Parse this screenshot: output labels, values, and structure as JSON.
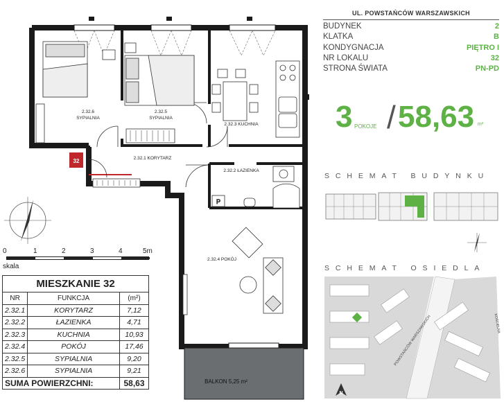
{
  "rooms": {
    "sypialnia_6": {
      "nr": "2.32.6",
      "name": "SYPIALNIA"
    },
    "sypialnia_5": {
      "nr": "2.32.5",
      "name": "SYPIALNIA"
    },
    "kuchnia": "2.32.3 KUCHNIA",
    "korytarz": "2.32.1 KORYTARZ",
    "lazienka": "2.32.2 ŁAZIENKA",
    "pokoj": "2.32.4 POKÓJ",
    "balkon": "BALKON 5,25 m²",
    "unit_badge": "32"
  },
  "scale": {
    "ticks": [
      "0",
      "1",
      "2",
      "3",
      "4",
      "5m"
    ],
    "label": "skala"
  },
  "table": {
    "title": "MIESZKANIE 32",
    "headers": [
      "NR",
      "FUNKCJA",
      "(m²)"
    ],
    "rows": [
      {
        "nr": "2.32.1",
        "function": "KORYTARZ",
        "area": "7,12"
      },
      {
        "nr": "2.32.2",
        "function": "ŁAZIENKA",
        "area": "4,71"
      },
      {
        "nr": "2.32.3",
        "function": "KUCHNIA",
        "area": "10,93"
      },
      {
        "nr": "2.32.4",
        "function": "POKÓJ",
        "area": "17,46"
      },
      {
        "nr": "2.32.5",
        "function": "SYPIALNIA",
        "area": "9,20"
      },
      {
        "nr": "2.32.6",
        "function": "SYPIALNIA",
        "area": "9,21"
      }
    ],
    "sum_label": "SUMA POWIERZCHNI:",
    "sum_value": "58,63"
  },
  "info": {
    "street": "UL. POWSTAŃCÓW WARSZAWSKICH",
    "items": [
      {
        "key": "BUDYNEK",
        "value": "2"
      },
      {
        "key": "KLATKA",
        "value": "B"
      },
      {
        "key": "KONDYGNACJA",
        "value": "PIĘTRO I"
      },
      {
        "key": "NR LOKALU",
        "value": "32"
      },
      {
        "key": "STRONA ŚWIATA",
        "value": "PN-PD"
      }
    ]
  },
  "headline": {
    "rooms": "3",
    "rooms_word": "POKOJE",
    "area": "58,63",
    "area_unit": "m²"
  },
  "schemas": {
    "building": "SCHEMAT BUDYNKU",
    "estate": "SCHEMAT OSIEDLA",
    "street_main": "POWSTAŃCÓW WARSZAWSKICH",
    "street_side": "KOŚCIELNA"
  },
  "colors": {
    "accent_green": "#5db145",
    "unit_badge_red": "#c0272d",
    "balcony_fill": "#6b6e70"
  }
}
